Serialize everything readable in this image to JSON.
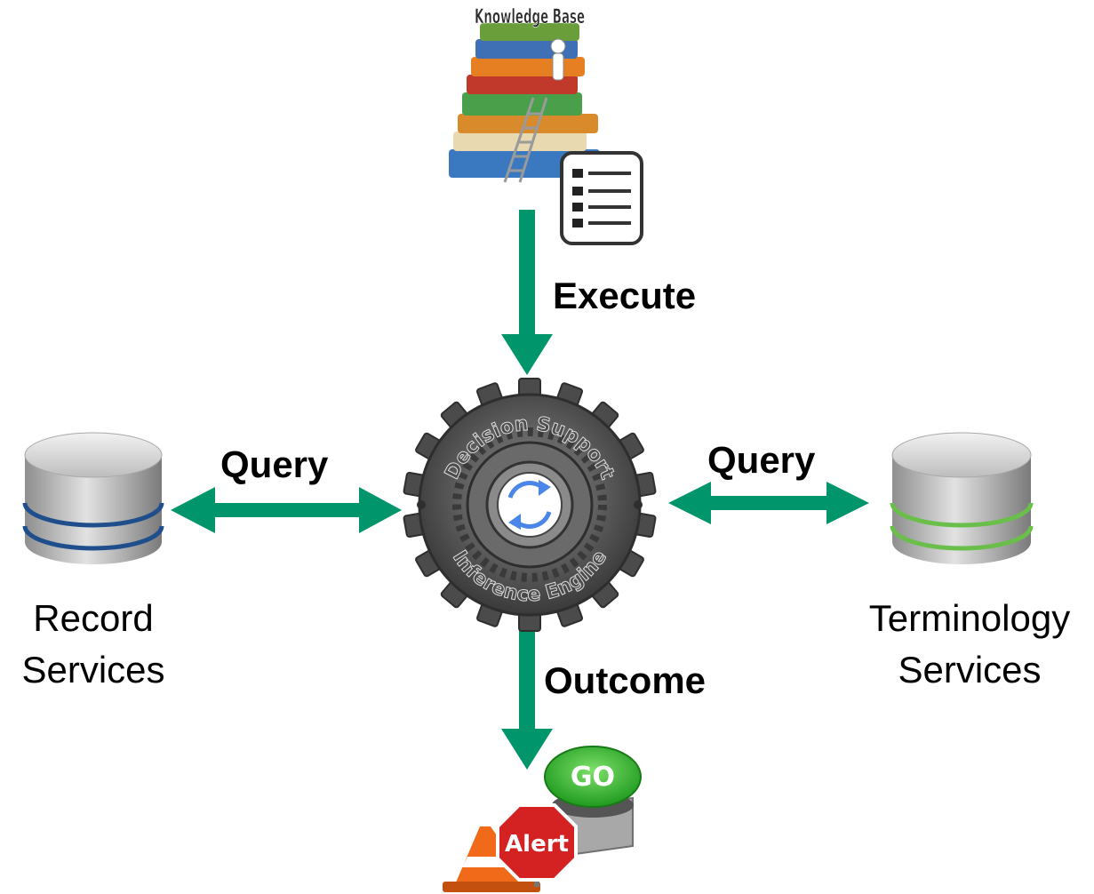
{
  "labels": {
    "execute": "Execute",
    "query_left": "Query",
    "query_right": "Query",
    "outcome": "Outcome"
  },
  "nodes": {
    "knowledge_base": {
      "logo_text": "Knowledge Base",
      "icon": "books-with-ladder-and-checklist-icon"
    },
    "engine": {
      "top_text": "Decision Support",
      "bottom_text": "Inference Engine",
      "icon": "gear-with-refresh-icon"
    },
    "record_services": {
      "line1": "Record",
      "line2": "Services",
      "icon": "database-icon"
    },
    "terminology_services": {
      "line1": "Terminology",
      "line2": "Services",
      "icon": "database-icon"
    },
    "outcome_art": {
      "go_text": "GO",
      "alert_text": "Alert",
      "icon": "alert-go-cones-icon"
    }
  },
  "colors": {
    "arrow": "#00956b",
    "record_stripe": "#1f4e8c",
    "terminology_stripe": "#6abf4b",
    "refresh": "#4a86e8",
    "gear": "#555555"
  }
}
